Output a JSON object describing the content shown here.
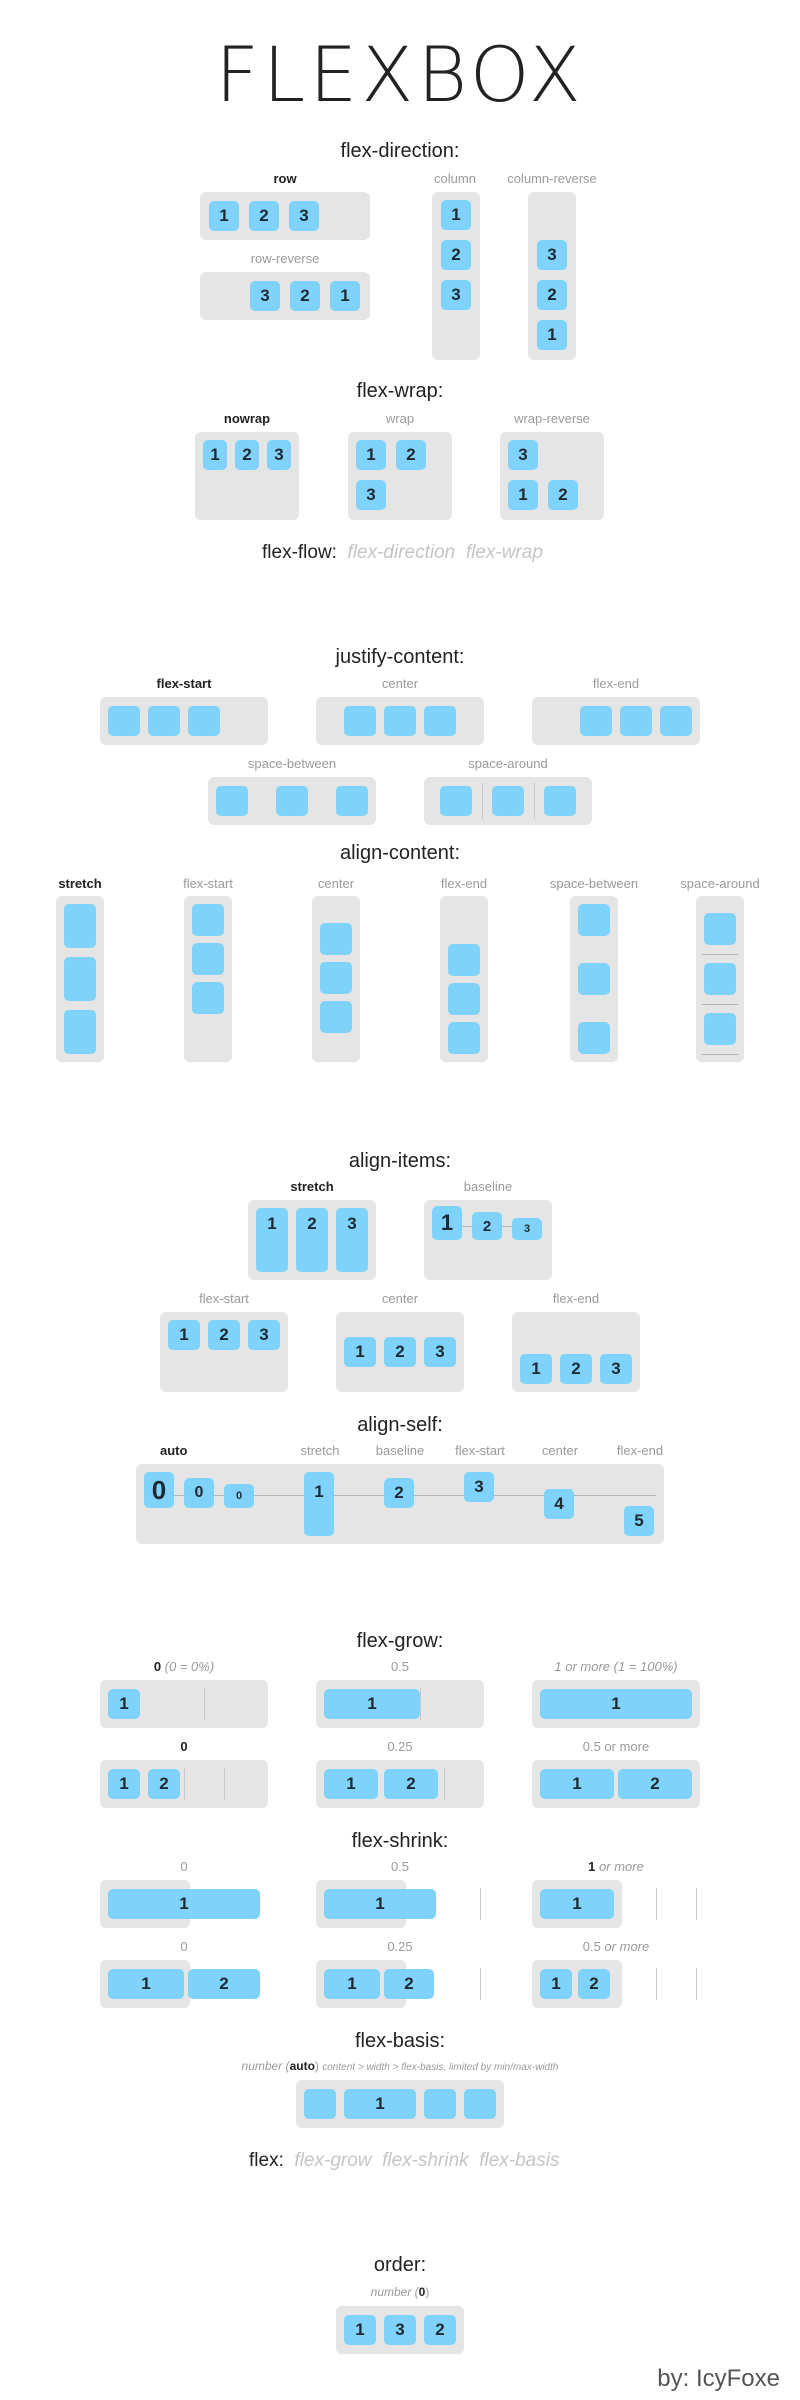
{
  "title": "FLEXBOX",
  "flex_direction": {
    "heading": "flex-direction:",
    "row": {
      "label": "row",
      "items": [
        "1",
        "2",
        "3"
      ]
    },
    "row_reverse": {
      "label": "row-reverse",
      "items": [
        "3",
        "2",
        "1"
      ]
    },
    "column": {
      "label": "column",
      "items": [
        "1",
        "2",
        "3"
      ]
    },
    "column_reverse": {
      "label": "column-reverse",
      "items": [
        "3",
        "2",
        "1"
      ]
    }
  },
  "flex_wrap": {
    "heading": "flex-wrap:",
    "nowrap": {
      "label": "nowrap",
      "items": [
        "1",
        "2",
        "3"
      ]
    },
    "wrap": {
      "label": "wrap",
      "items": [
        "1",
        "2",
        "3"
      ]
    },
    "wrap_reverse": {
      "label": "wrap-reverse",
      "items": [
        "3",
        "1",
        "2"
      ]
    }
  },
  "flex_flow": {
    "label": "flex-flow:",
    "arg1": "flex-direction",
    "arg2": "flex-wrap"
  },
  "justify_content": {
    "heading": "justify-content:",
    "labels": [
      "flex-start",
      "center",
      "flex-end",
      "space-between",
      "space-around"
    ]
  },
  "align_content": {
    "heading": "align-content:",
    "labels": [
      "stretch",
      "flex-start",
      "center",
      "flex-end",
      "space-between",
      "space-around"
    ]
  },
  "align_items": {
    "heading": "align-items:",
    "labels": [
      "stretch",
      "baseline",
      "flex-start",
      "center",
      "flex-end"
    ],
    "items": [
      "1",
      "2",
      "3"
    ]
  },
  "align_self": {
    "heading": "align-self:",
    "labels": [
      "auto",
      "stretch",
      "baseline",
      "flex-start",
      "center",
      "flex-end"
    ],
    "items": [
      "0",
      "0",
      "0",
      "1",
      "2",
      "3",
      "4",
      "5"
    ]
  },
  "flex_grow": {
    "heading": "flex-grow:",
    "labels": {
      "g0_value": "0",
      "g0_note": "(0 = 0%)",
      "g05": "0.5",
      "g1": "1 or more (1 = 100%)",
      "r2_0": "0",
      "r2_025": "0.25",
      "r2_05": "0.5 or more"
    },
    "items": [
      "1",
      "1",
      "1",
      "1",
      "2",
      "1",
      "2",
      "1",
      "2"
    ]
  },
  "flex_shrink": {
    "heading": "flex-shrink:",
    "labels": {
      "s0": "0",
      "s05": "0.5",
      "s1_value": "1",
      "s1_note": "or more",
      "r2_0": "0",
      "r2_025": "0.25",
      "r2_05_value": "0.5",
      "r2_05_note": "or more"
    },
    "items": [
      "1",
      "1",
      "1",
      "1",
      "2",
      "1",
      "2",
      "1",
      "2"
    ]
  },
  "flex_basis": {
    "heading": "flex-basis:",
    "note_a": "number (",
    "note_b": "auto",
    "note_c": ")",
    "note_d": "content > width > flex-basis, limited by min/max-width",
    "item": "1"
  },
  "flex": {
    "label": "flex:",
    "arg1": "flex-grow",
    "arg2": "flex-shrink",
    "arg3": "flex-basis"
  },
  "order": {
    "heading": "order:",
    "note_a": "number (",
    "note_b": "0",
    "note_c": ")",
    "items": [
      "1",
      "3",
      "2"
    ]
  },
  "author": "by: IcyFoxe",
  "colors": {
    "item": "#7fd3fb",
    "container": "#e5e5e5",
    "text": "#222222",
    "muted": "#9a9a9a"
  }
}
